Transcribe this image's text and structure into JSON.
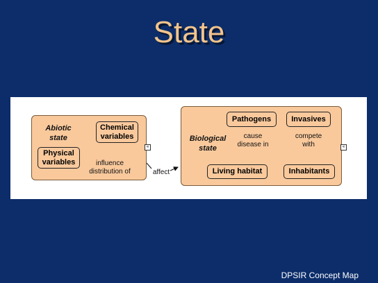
{
  "title": "State",
  "footer": "DPSIR Concept Map",
  "groups": {
    "abiotic": "Abiotic\nstate",
    "biological": "Biological\nstate"
  },
  "nodes": {
    "chemical": "Chemical\nvariables",
    "physical": "Physical\nvariables",
    "pathogens": "Pathogens",
    "invasives": "Invasives",
    "living_habitat": "Living habitat",
    "inhabitants": "Inhabitants"
  },
  "links": {
    "influence": "influence\ndistribution of",
    "affect": "affect",
    "cause": "cause\ndisease in",
    "compete": "compete\nwith"
  },
  "icons": {
    "collapse": "collapse-icon"
  },
  "colors": {
    "background": "#0c2d6a",
    "title": "#f2c48c",
    "node_fill": "#f9c99c"
  }
}
